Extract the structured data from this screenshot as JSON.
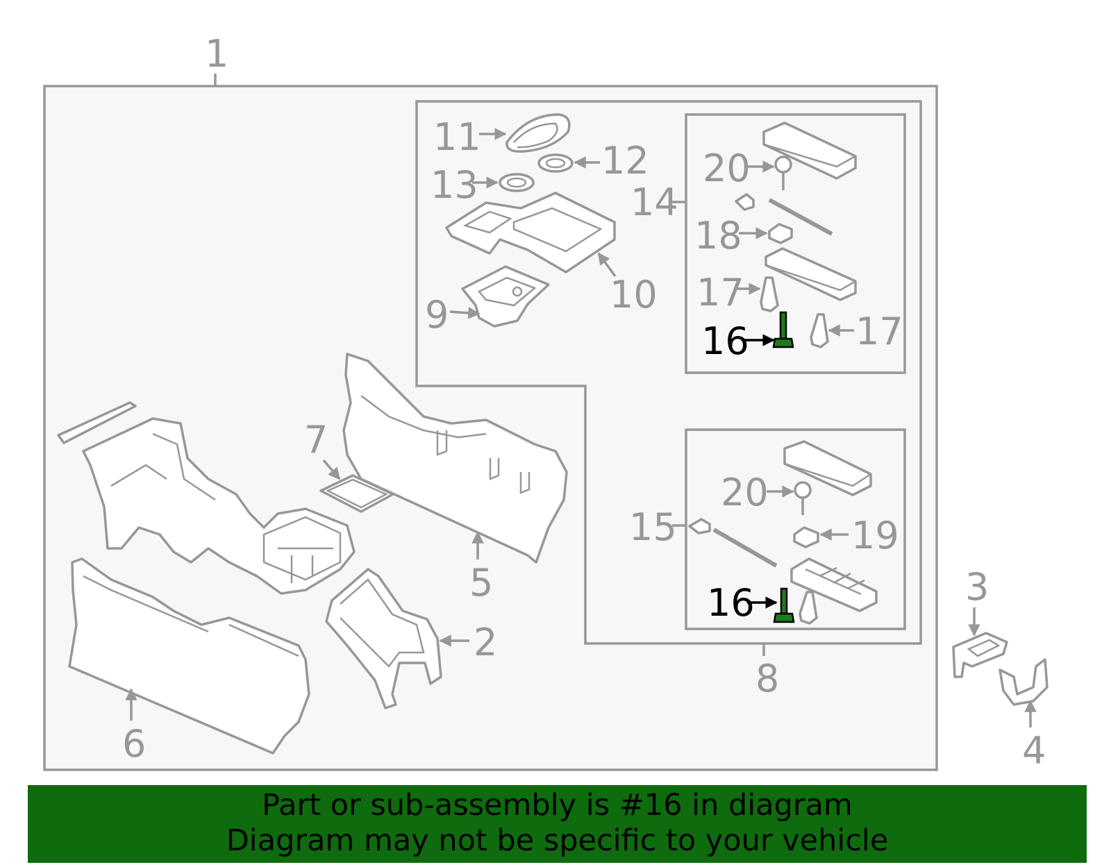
{
  "labels": {
    "l1": "1",
    "l2": "2",
    "l3": "3",
    "l4": "4",
    "l5": "5",
    "l6": "6",
    "l7": "7",
    "l8": "8",
    "l9": "9",
    "l10": "10",
    "l11": "11",
    "l12": "12",
    "l13": "13",
    "l14": "14",
    "l15": "15",
    "l16a": "16",
    "l16b": "16",
    "l17a": "17",
    "l17b": "17",
    "l18": "18",
    "l19": "19",
    "l20a": "20",
    "l20b": "20"
  },
  "highlight": {
    "part_number": "16",
    "color": "#0e6b0e"
  },
  "banner": {
    "line1": "Part or sub-assembly is #16 in diagram",
    "line2": "Diagram may not be specific to your vehicle"
  },
  "colors": {
    "line": "#979797",
    "panel": "#f7f7f7",
    "highlight_text": "#000000"
  }
}
